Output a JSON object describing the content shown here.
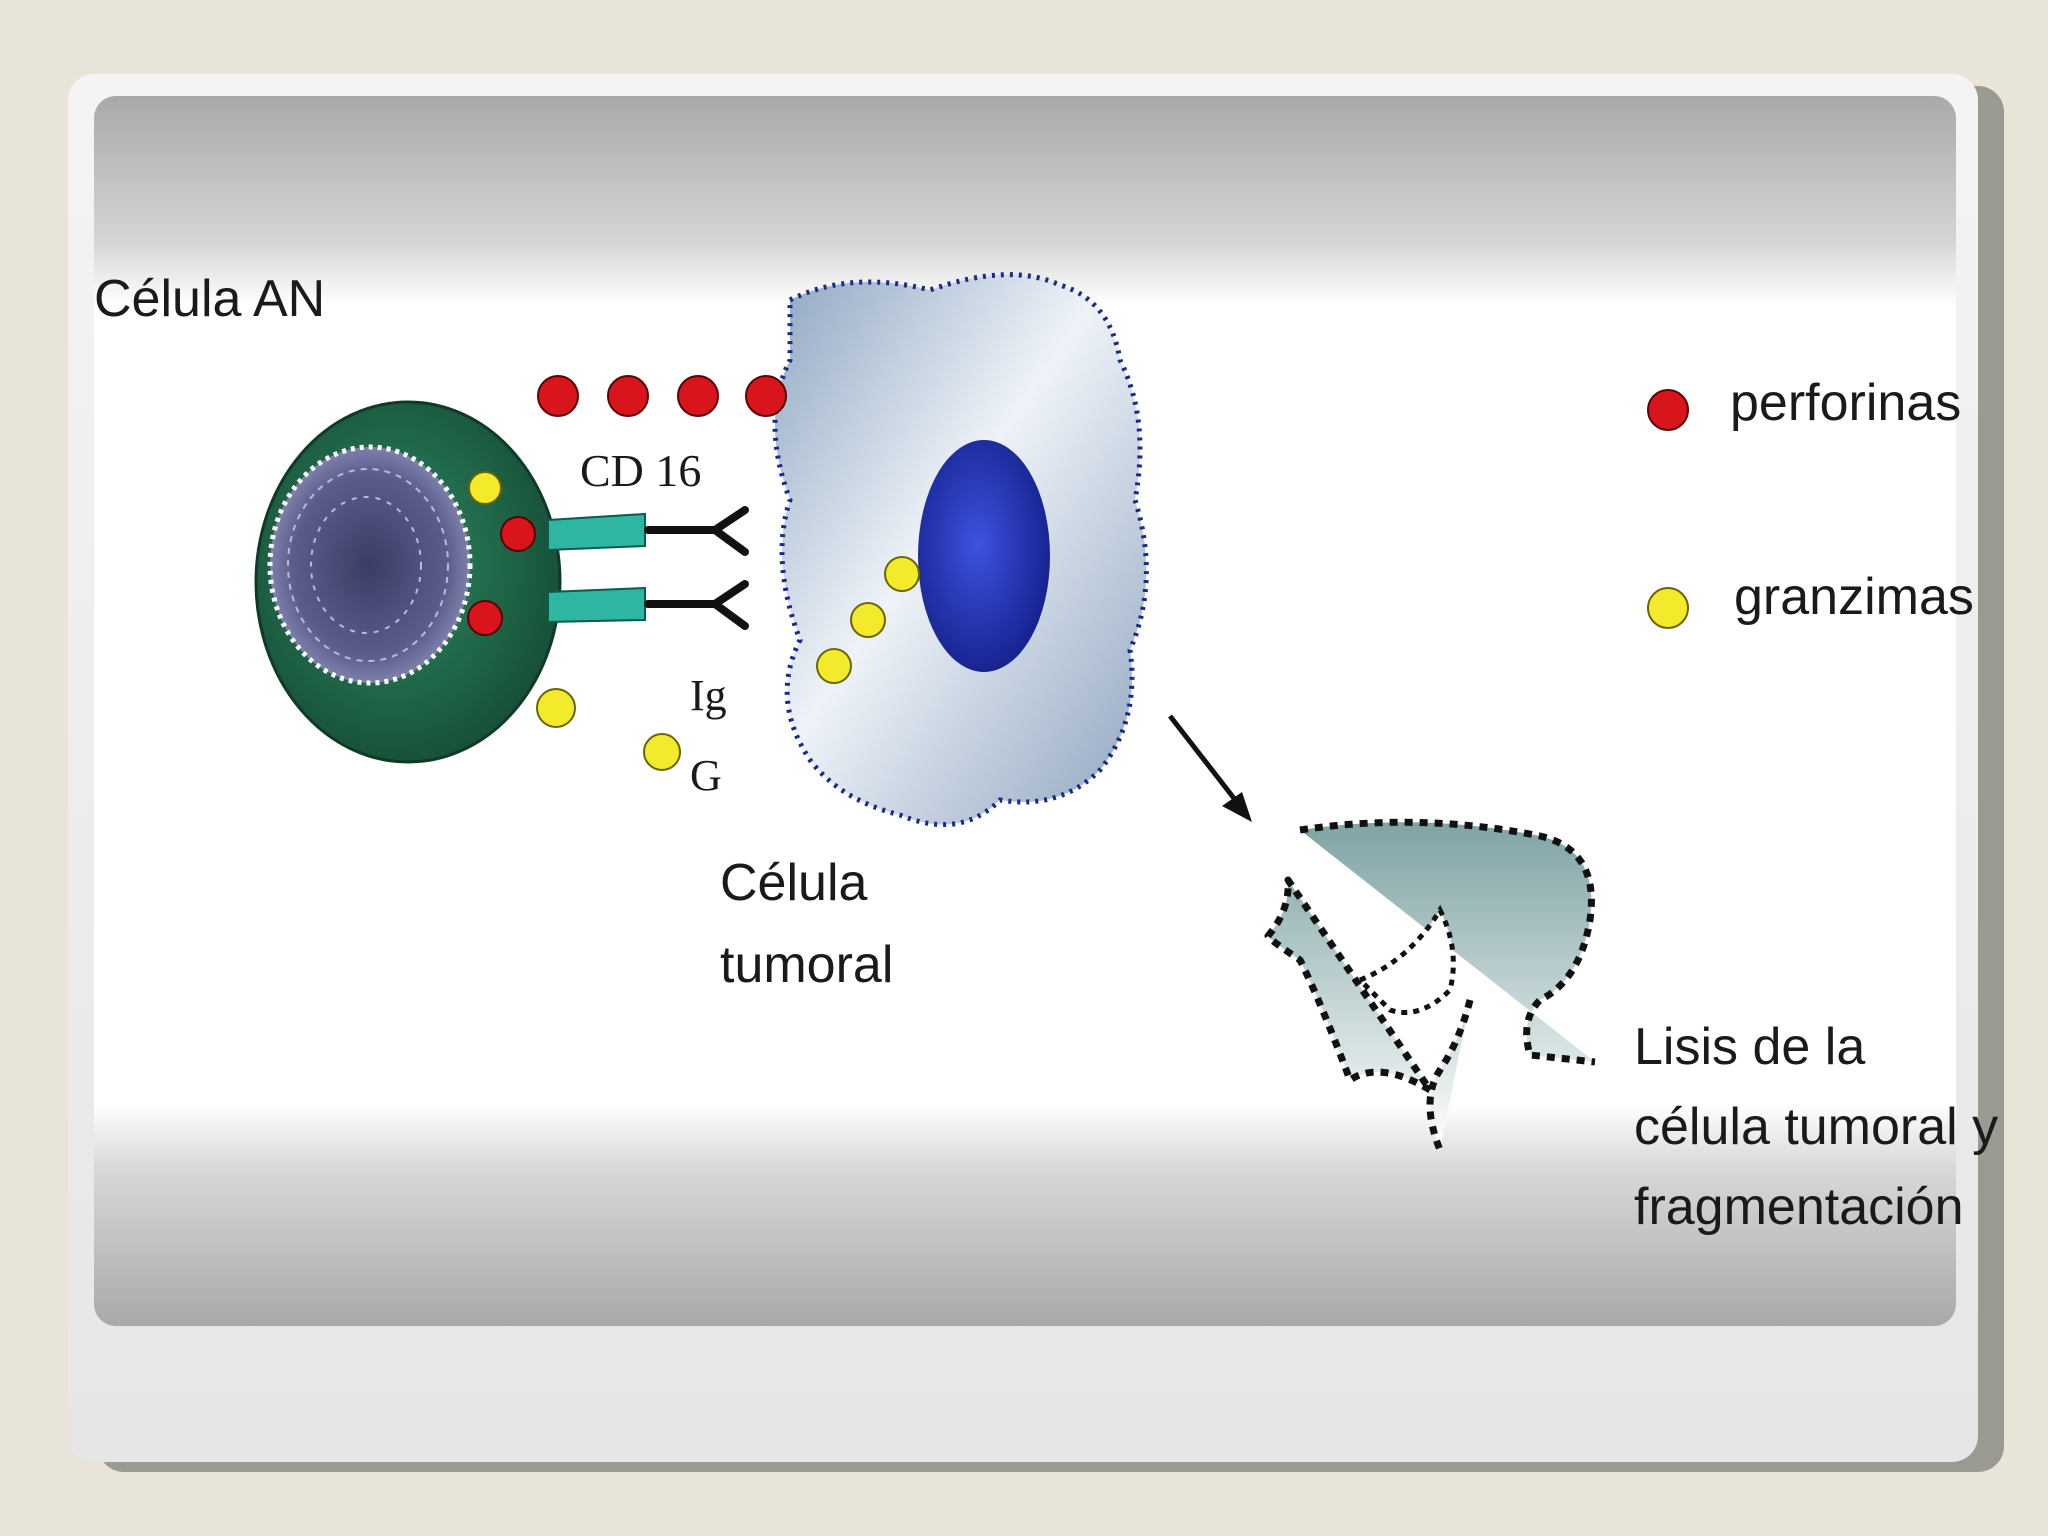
{
  "labels": {
    "nk_cell": "Célula AN",
    "cd16": "CD 16",
    "ig_top": "Ig",
    "ig_bottom": "G",
    "tumor_line1": "Célula",
    "tumor_line2": "tumoral",
    "lysis_line1": "Lisis de la",
    "lysis_line2": "célula tumoral y",
    "lysis_line3": "fragmentación"
  },
  "legend": [
    {
      "label": "perforinas",
      "color": "#d8141c"
    },
    {
      "label": "granzimas",
      "color": "#f2ea2a"
    }
  ],
  "colors": {
    "perforin": "#d8141c",
    "granzyme": "#f2ea2a",
    "nk_cell": "#1f6b4a",
    "nk_nucleus": "#4c4f7c",
    "receptor": "#2fb6a0",
    "tumor_cell": "#9aaec4",
    "tumor_nucleus": "#1a2aa8"
  }
}
